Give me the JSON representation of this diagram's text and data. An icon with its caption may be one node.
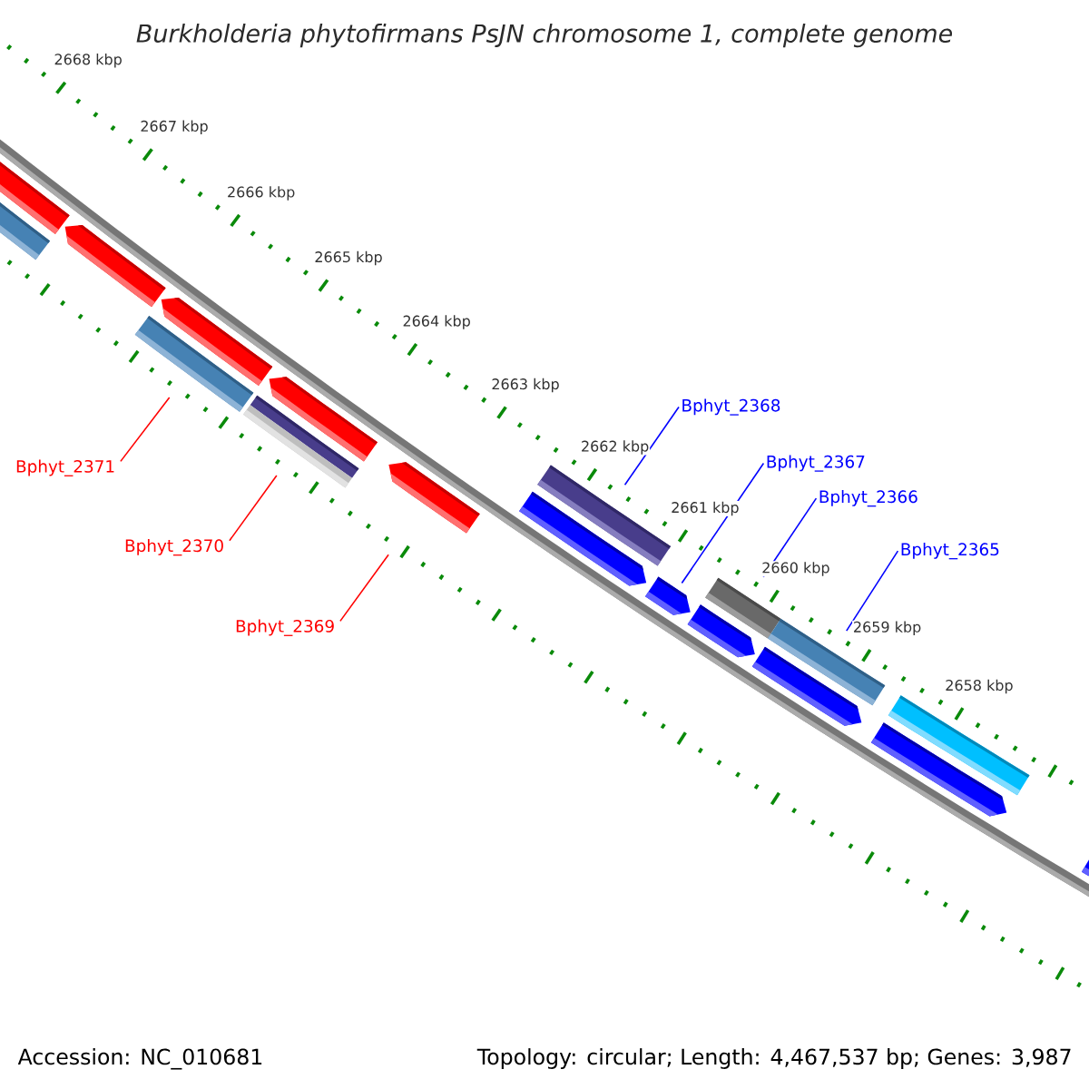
{
  "diagram": {
    "title": "Burkholderia phytofirmans PsJN chromosome 1, complete genome",
    "nodes": [
      {
        "text": [],
        "shape": "bar"
      },
      {
        "text": [],
        "shape": "arrow"
      },
      {
        "text": [],
        "shape": "arrow"
      },
      {
        "text": [],
        "shape": "bar"
      },
      {
        "text": [],
        "shape": "arrow"
      },
      {
        "text": [],
        "shape": "bar"
      },
      {
        "text": [],
        "shape": "arrow"
      },
      {
        "text": [],
        "shape": "arrow"
      },
      {
        "text": [],
        "shape": "bar"
      },
      {
        "text": [],
        "shape": "arrow"
      },
      {
        "text": [],
        "shape": "arrow"
      },
      {
        "text": [],
        "shape": "bar"
      },
      {
        "text": [],
        "shape": "arrow"
      },
      {
        "text": [],
        "shape": "bar"
      },
      {
        "text": [],
        "shape": "arrow"
      },
      {
        "text": [],
        "shape": "bar"
      },
      {
        "text": [],
        "shape": "arrow"
      },
      {
        "text": [],
        "shape": "arrow"
      },
      {
        "text": [
          "Bphyt_2371"
        ]
      },
      {
        "text": [
          "Bphyt_2370"
        ]
      },
      {
        "text": [
          "Bphyt_2369"
        ]
      },
      {
        "text": [
          "Bphyt_2368"
        ]
      },
      {
        "text": [
          "Bphyt_2367"
        ]
      },
      {
        "text": [
          "Bphyt_2366"
        ]
      },
      {
        "text": [
          "Bphyt_2365"
        ]
      }
    ],
    "edges": [
      {
        "from": 18,
        "to": 3,
        "arrow": "none",
        "color": "#ff0000"
      },
      {
        "from": 19,
        "to": 5,
        "arrow": "none",
        "color": "#ff0000"
      },
      {
        "from": 20,
        "to": 7,
        "arrow": "none",
        "color": "#ff0000"
      },
      {
        "from": 21,
        "to": 8,
        "arrow": "none"
      },
      {
        "from": 22,
        "to": 10,
        "arrow": "none"
      },
      {
        "from": 23,
        "to": 11,
        "arrow": "none"
      },
      {
        "from": 24,
        "to": 13,
        "arrow": "none"
      }
    ],
    "labels": [
      "2668 kbp",
      "2667 kbp",
      "2666 kbp",
      "2665 kbp",
      "2664 kbp",
      "2663 kbp",
      "2662 kbp",
      "2661 kbp",
      "2660 kbp",
      "2659 kbp",
      "2658 kbp",
      "Accession: NC_010681",
      "Topology: circular; Length: 4,467,537 bp; Genes: 3,987"
    ]
  }
}
